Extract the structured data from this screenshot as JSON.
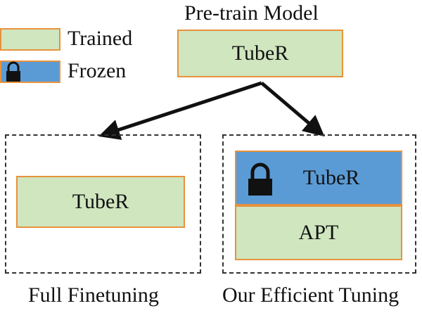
{
  "legend": {
    "trained_label": "Trained",
    "frozen_label": "Frozen",
    "trained_color": "#cfe6bf",
    "frozen_color": "#5b9bd5",
    "border_color": "#e8923b",
    "frozen_icon": "lock-icon"
  },
  "pretrain": {
    "title": "Pre-train Model",
    "model_label": "TubeR"
  },
  "full_finetuning": {
    "caption": "Full Finetuning",
    "model_label": "TubeR"
  },
  "efficient_tuning": {
    "caption": "Our Efficient Tuning",
    "frozen_model_label": "TubeR",
    "adapter_label": "APT",
    "lock_icon": "lock-icon"
  }
}
